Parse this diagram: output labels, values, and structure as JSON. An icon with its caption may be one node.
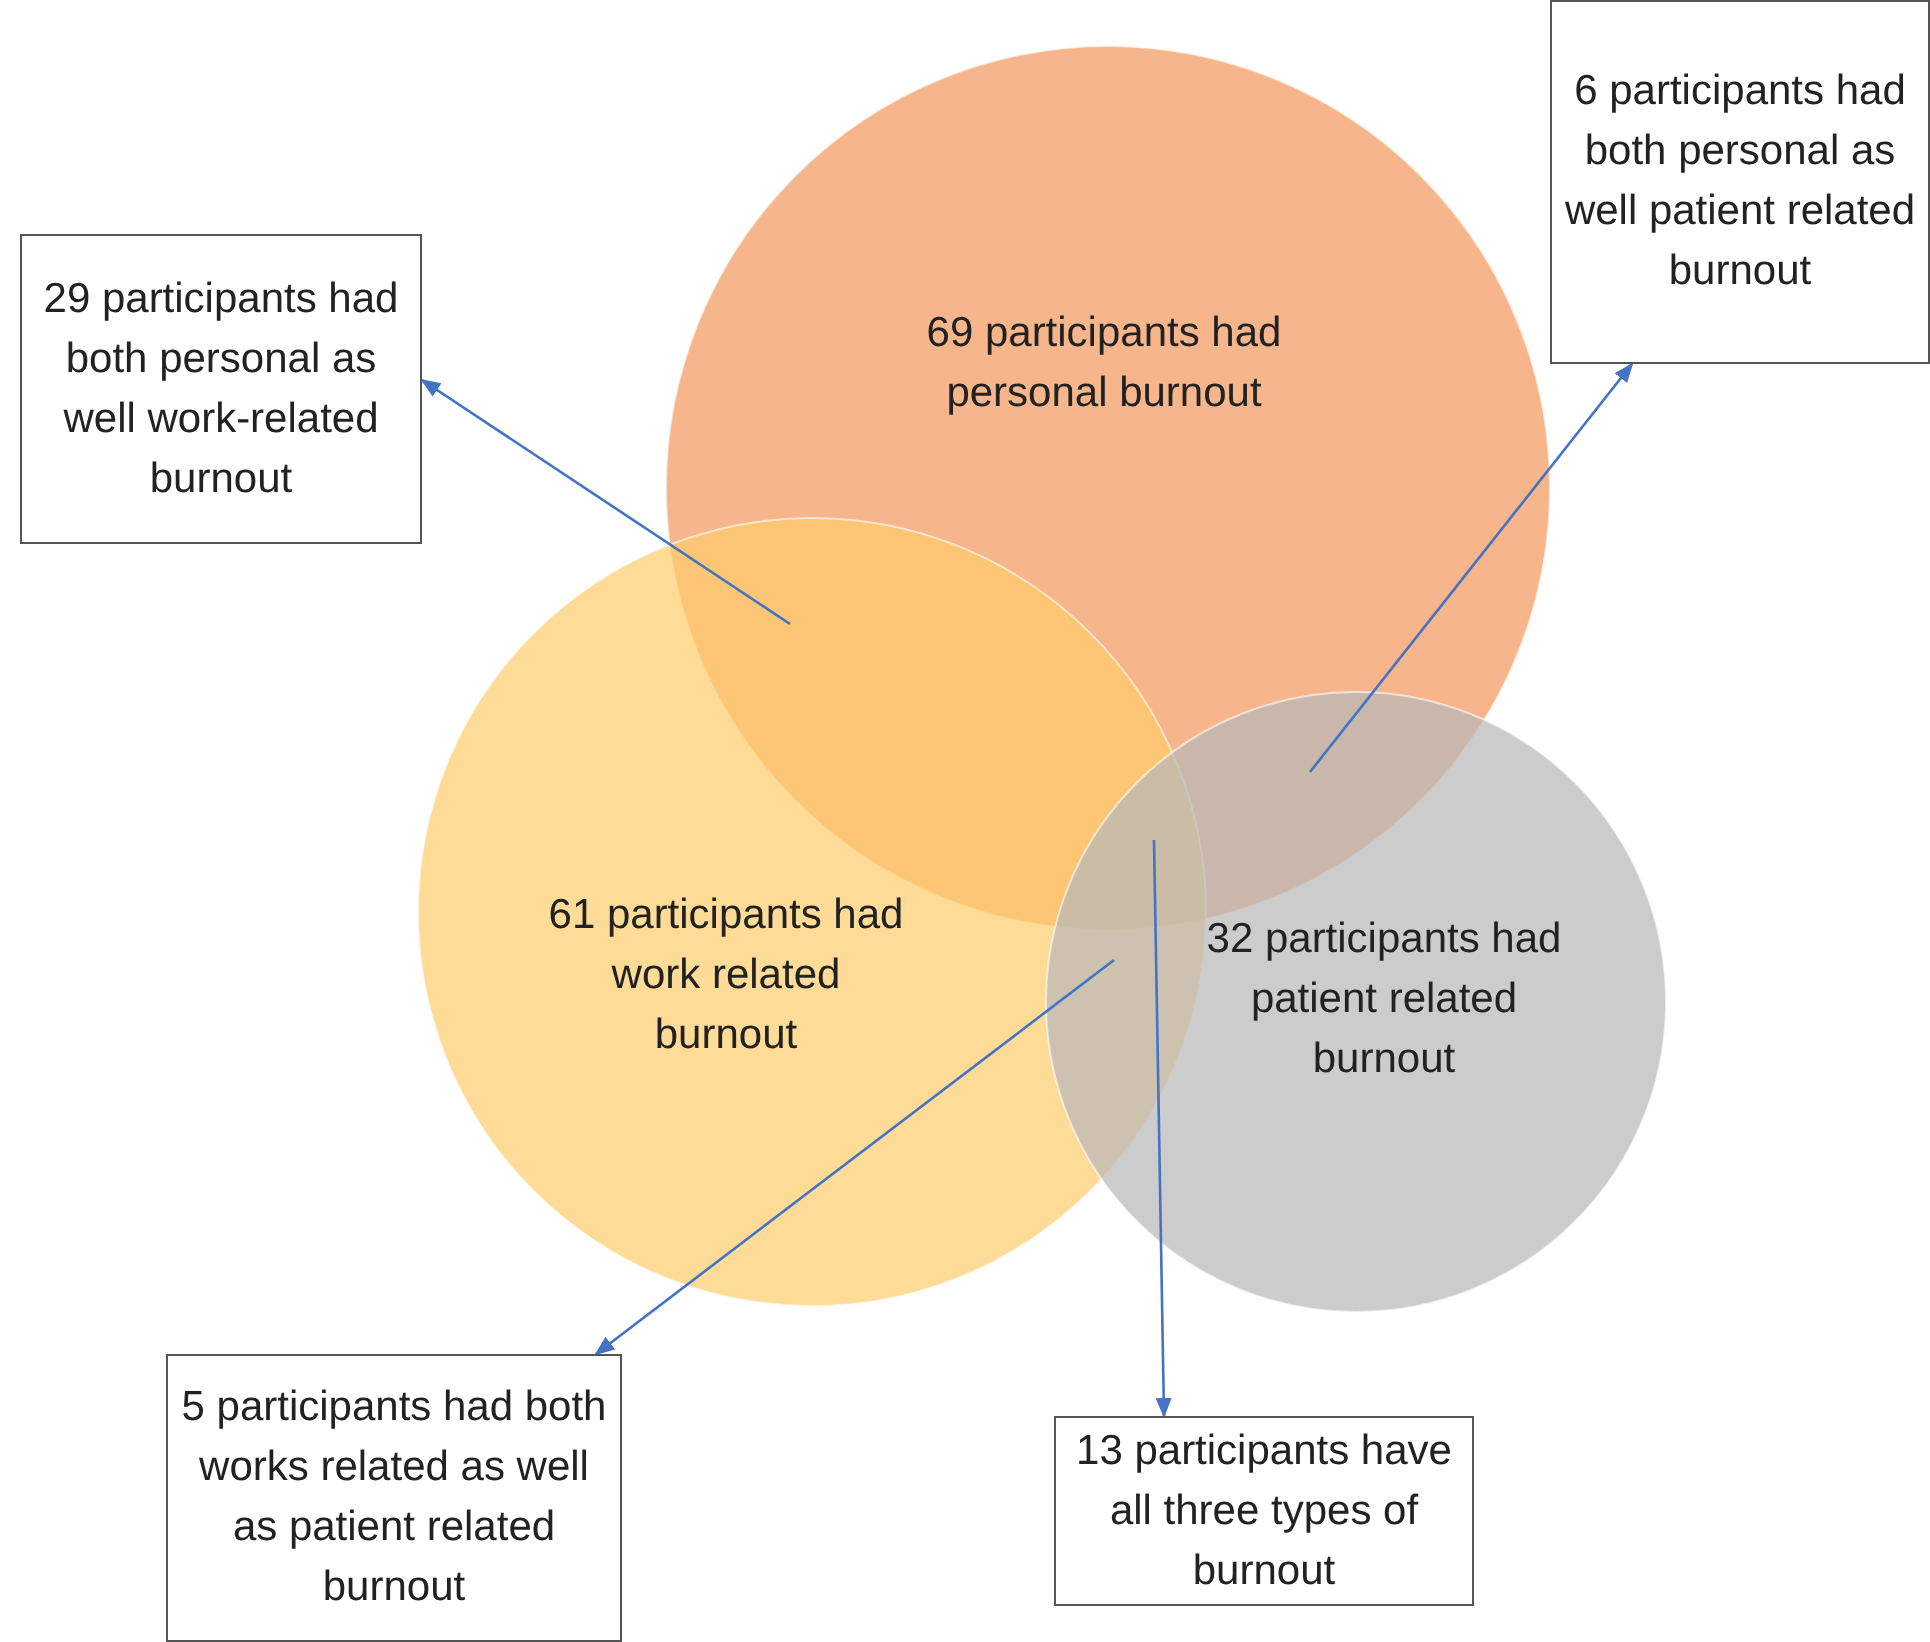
{
  "diagram": {
    "nodes": [
      {
        "text": [
          "69 participants had personal burnout"
        ]
      },
      {
        "text": [
          "29 participants had both personal as well work-related burnout"
        ]
      },
      {
        "text": [
          "6 participants had both personal as well patient related burnout"
        ]
      },
      {
        "text": [
          "61 participants had work related burnout"
        ]
      },
      {
        "text": [
          "32 participants had patient related burnout"
        ]
      },
      {
        "text": [
          "5 participants had both works related as well as patient related burnout"
        ]
      },
      {
        "text": [
          "13 participants have all three types of burnout"
        ]
      }
    ],
    "edges": [
      {
        "from": 3,
        "to": 1,
        "arrow": "to"
      },
      {
        "from": 4,
        "to": 2,
        "arrow": "to"
      },
      {
        "from": 4,
        "to": 5,
        "arrow": "to"
      },
      {
        "from": 4,
        "to": 6,
        "arrow": "to"
      }
    ]
  }
}
